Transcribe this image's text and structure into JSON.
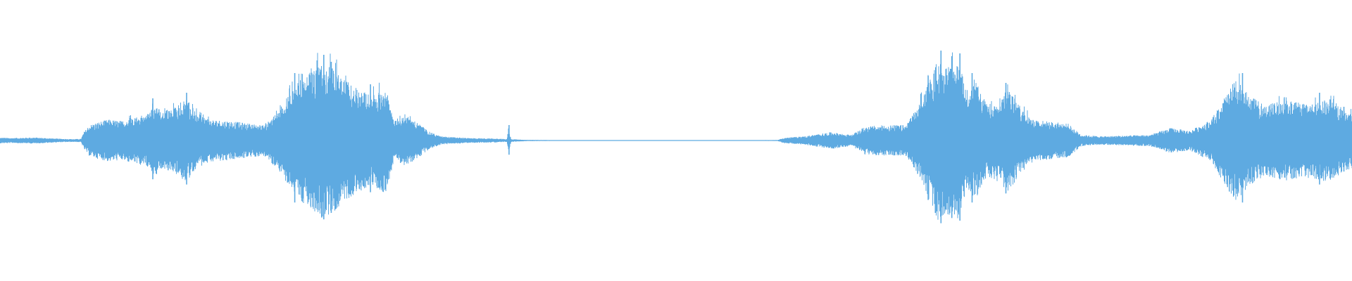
{
  "waveform": {
    "color": "#5eaae1",
    "background": "#ffffff",
    "amplitude_profile": [
      [
        0.0,
        0.02
      ],
      [
        0.01,
        0.018
      ],
      [
        0.025,
        0.022
      ],
      [
        0.045,
        0.012
      ],
      [
        0.055,
        0.01
      ],
      [
        0.06,
        0.012
      ],
      [
        0.062,
        0.06
      ],
      [
        0.066,
        0.11
      ],
      [
        0.072,
        0.13
      ],
      [
        0.08,
        0.15
      ],
      [
        0.09,
        0.14
      ],
      [
        0.1,
        0.17
      ],
      [
        0.11,
        0.19
      ],
      [
        0.115,
        0.26
      ],
      [
        0.12,
        0.2
      ],
      [
        0.13,
        0.24
      ],
      [
        0.138,
        0.3
      ],
      [
        0.145,
        0.2
      ],
      [
        0.155,
        0.15
      ],
      [
        0.17,
        0.14
      ],
      [
        0.185,
        0.12
      ],
      [
        0.195,
        0.11
      ],
      [
        0.205,
        0.2
      ],
      [
        0.212,
        0.3
      ],
      [
        0.22,
        0.42
      ],
      [
        0.23,
        0.48
      ],
      [
        0.238,
        0.56
      ],
      [
        0.246,
        0.52
      ],
      [
        0.255,
        0.43
      ],
      [
        0.265,
        0.37
      ],
      [
        0.275,
        0.32
      ],
      [
        0.285,
        0.38
      ],
      [
        0.292,
        0.14
      ],
      [
        0.3,
        0.18
      ],
      [
        0.31,
        0.12
      ],
      [
        0.318,
        0.06
      ],
      [
        0.326,
        0.03
      ],
      [
        0.345,
        0.018
      ],
      [
        0.365,
        0.014
      ],
      [
        0.375,
        0.01
      ],
      [
        0.376,
        0.09
      ],
      [
        0.378,
        0.01
      ],
      [
        0.39,
        0.004
      ],
      [
        0.42,
        0.002
      ],
      [
        0.48,
        0.002
      ],
      [
        0.54,
        0.002
      ],
      [
        0.575,
        0.003
      ],
      [
        0.58,
        0.02
      ],
      [
        0.595,
        0.03
      ],
      [
        0.605,
        0.045
      ],
      [
        0.615,
        0.06
      ],
      [
        0.625,
        0.045
      ],
      [
        0.63,
        0.04
      ],
      [
        0.64,
        0.1
      ],
      [
        0.655,
        0.11
      ],
      [
        0.67,
        0.11
      ],
      [
        0.68,
        0.26
      ],
      [
        0.686,
        0.4
      ],
      [
        0.694,
        0.58
      ],
      [
        0.7,
        0.52
      ],
      [
        0.708,
        0.58
      ],
      [
        0.716,
        0.36
      ],
      [
        0.722,
        0.42
      ],
      [
        0.73,
        0.25
      ],
      [
        0.738,
        0.3
      ],
      [
        0.746,
        0.37
      ],
      [
        0.754,
        0.25
      ],
      [
        0.762,
        0.16
      ],
      [
        0.772,
        0.14
      ],
      [
        0.79,
        0.12
      ],
      [
        0.8,
        0.04
      ],
      [
        0.815,
        0.03
      ],
      [
        0.83,
        0.035
      ],
      [
        0.85,
        0.04
      ],
      [
        0.866,
        0.09
      ],
      [
        0.88,
        0.07
      ],
      [
        0.896,
        0.15
      ],
      [
        0.905,
        0.3
      ],
      [
        0.914,
        0.44
      ],
      [
        0.924,
        0.32
      ],
      [
        0.936,
        0.25
      ],
      [
        0.948,
        0.29
      ],
      [
        0.96,
        0.27
      ],
      [
        0.972,
        0.27
      ],
      [
        0.984,
        0.3
      ],
      [
        0.994,
        0.22
      ],
      [
        1.0,
        0.2
      ]
    ],
    "spikes": [
      [
        0.113,
        0.3
      ],
      [
        0.138,
        0.34
      ],
      [
        0.218,
        0.48
      ],
      [
        0.2395,
        0.61
      ],
      [
        0.245,
        0.56
      ],
      [
        0.274,
        0.4
      ],
      [
        0.3765,
        0.11
      ],
      [
        0.6865,
        0.46
      ],
      [
        0.696,
        0.64
      ],
      [
        0.704,
        0.6
      ],
      [
        0.71,
        0.62
      ],
      [
        0.719,
        0.48
      ],
      [
        0.744,
        0.41
      ],
      [
        0.919,
        0.48
      ],
      [
        0.976,
        0.34
      ],
      [
        0.994,
        0.24
      ]
    ]
  }
}
